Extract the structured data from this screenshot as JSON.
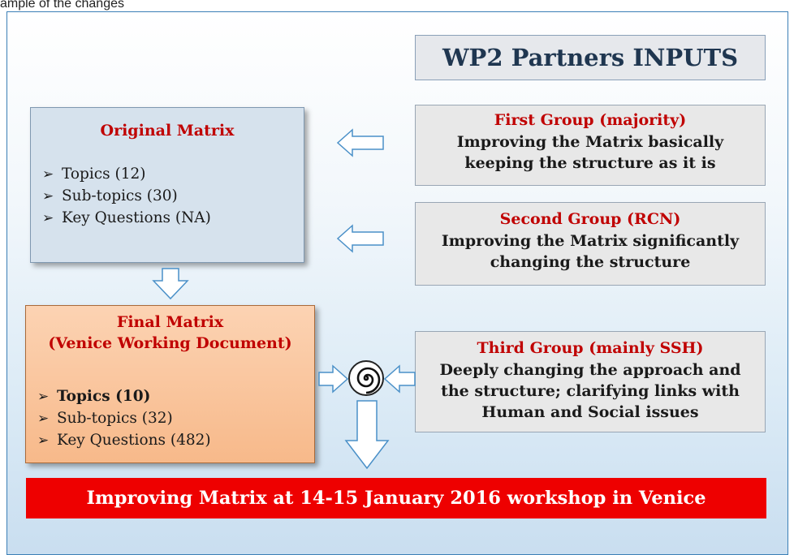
{
  "top_caption": "ample of the changes",
  "title": "WP2 Partners INPUTS",
  "original_matrix": {
    "heading": "Original Matrix",
    "items": [
      "Topics (12)",
      "Sub-topics (30)",
      "Key Questions (NA)"
    ]
  },
  "final_matrix": {
    "heading_line1": "Final Matrix",
    "heading_line2": "(Venice Working Document)",
    "items": [
      "Topics (10)",
      "Sub-topics (32)",
      "Key Questions (482)"
    ]
  },
  "groups": [
    {
      "heading": "First Group (majority)",
      "line1": "Improving the Matrix basically",
      "line2": "keeping the structure as it is"
    },
    {
      "heading": "Second Group  (RCN)",
      "line1": "Improving the Matrix significantly",
      "line2": "changing the structure"
    },
    {
      "heading": "Third Group (mainly SSH)",
      "line1": "Deeply changing the approach and",
      "line2": "the structure; clarifying links with",
      "line3": "Human and Social issues"
    }
  ],
  "banner": "Improving Matrix  at 14-15 January 2016 workshop in Venice",
  "bullet_glyph": "➢",
  "colors": {
    "heading_red": "#c00000",
    "banner_red": "#ee0000",
    "final_orange": "#f7b98a",
    "matrix_blue": "#d6e2ed",
    "arrow_blue": "#4a90c8"
  }
}
